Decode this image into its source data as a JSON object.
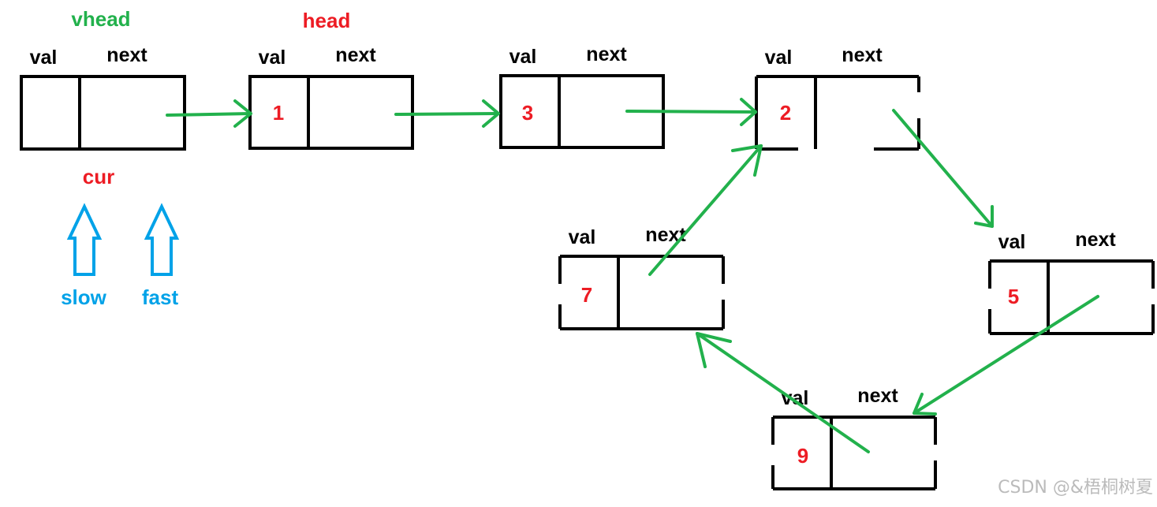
{
  "labels": {
    "vhead": "vhead",
    "head": "head",
    "cur": "cur",
    "slow": "slow",
    "fast": "fast",
    "val": "val",
    "next": "next"
  },
  "nodes": [
    {
      "id": "vhead",
      "value": ""
    },
    {
      "id": "node-1",
      "value": "1"
    },
    {
      "id": "node-3",
      "value": "3"
    },
    {
      "id": "node-2",
      "value": "2"
    },
    {
      "id": "node-5",
      "value": "5"
    },
    {
      "id": "node-9",
      "value": "9"
    },
    {
      "id": "node-7",
      "value": "7"
    }
  ],
  "edges": [
    {
      "from": "vhead",
      "to": "node-1"
    },
    {
      "from": "node-1",
      "to": "node-3"
    },
    {
      "from": "node-3",
      "to": "node-2"
    },
    {
      "from": "node-2",
      "to": "node-5"
    },
    {
      "from": "node-5",
      "to": "node-9"
    },
    {
      "from": "node-9",
      "to": "node-7"
    },
    {
      "from": "node-7",
      "to": "node-2"
    }
  ],
  "colors": {
    "green": "#22b14c",
    "red": "#ed1c24",
    "blue": "#00a2e8",
    "black": "#000000",
    "watermark": "#bbbbbb"
  },
  "watermark": "CSDN @&梧桐树夏"
}
